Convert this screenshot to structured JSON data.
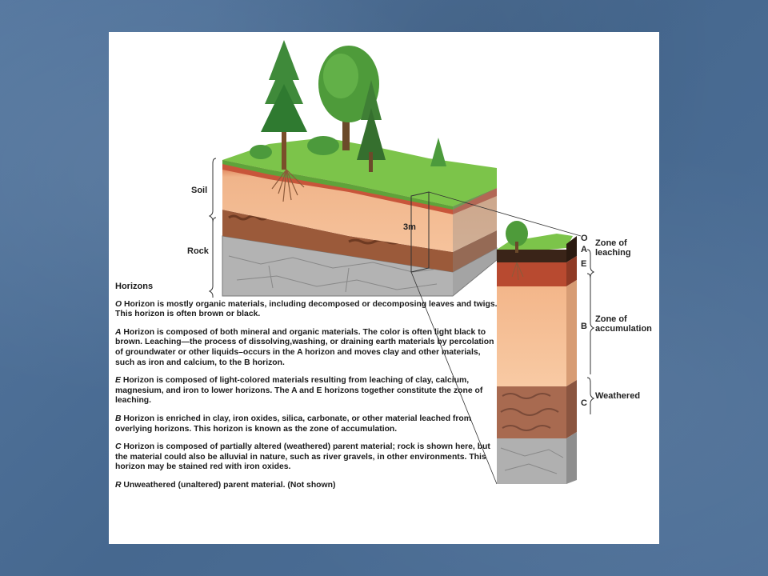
{
  "diagram": {
    "left_labels": {
      "soil": "Soil",
      "rock": "Rock"
    },
    "depth_label": "3m",
    "column_letters": [
      "O",
      "A",
      "E",
      "B",
      "C"
    ],
    "zone_labels": {
      "leaching": "Zone of\nleaching",
      "accumulation": "Zone of\naccumulation",
      "weathered": "Weathered"
    },
    "colors": {
      "grass": "#7cc44a",
      "topsoil": "#c8553a",
      "soil": "#f1b98e",
      "gravel": "#9b5a3a",
      "rock": "#a8a8a8"
    }
  },
  "horizons": {
    "heading": "Horizons",
    "items": [
      {
        "letter": "O",
        "text": " Horizon is mostly organic materials, including decomposed or decomposing leaves and twigs. This horizon is often brown or black."
      },
      {
        "letter": "A",
        "text": " Horizon is composed of both mineral and organic materials. The color is often light black to brown. Leaching—the process of dissolving,washing, or draining earth materials by percolation of groundwater or other liquids–occurs in the A horizon and moves clay and other materials, such as iron and calcium, to the B horizon."
      },
      {
        "letter": "E",
        "text": " Horizon is composed of light-colored materials resulting from leaching of clay, calcium, magnesium, and iron to lower horizons. The A and E horizons together constitute the zone of leaching."
      },
      {
        "letter": "B",
        "text": " Horizon is enriched in clay, iron oxides, silica, carbonate, or other material leached from overlying horizons. This horizon is known as the zone of accumulation."
      },
      {
        "letter": "C",
        "text": " Horizon is composed of partially altered (weathered) parent material; rock is shown here, but the material could also be alluvial in nature, such as river gravels, in other environments. This horizon may be stained red with iron oxides."
      },
      {
        "letter": "R",
        "text": " Unweathered (unaltered) parent material. (Not shown)"
      }
    ]
  }
}
